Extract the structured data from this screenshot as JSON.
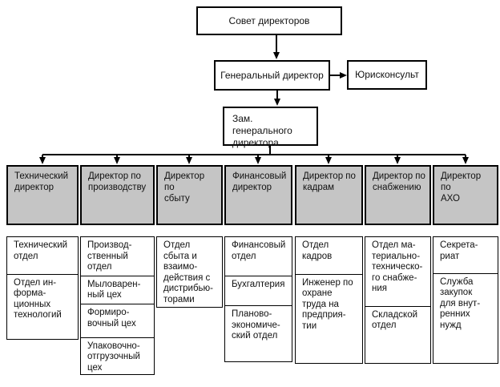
{
  "org": {
    "board": "Совет директоров",
    "general_director": "Генеральный директор",
    "legal_counsel": "Юрисконсульт",
    "deputy_general_director": "Зам. генерального\nдиректора",
    "directors": [
      "Технический\nдиректор",
      "Директор по\nпроизводству",
      "Директор\nпо\nсбыту",
      "Финансовый\nдиректор",
      "Директор по\nкадрам",
      "Директор по\nснабжению",
      "Директор\nпо\nАХО"
    ],
    "departments": [
      [
        "Технический\nотдел",
        "Отдел ин-\nформа-\nционных\nтехнологий"
      ],
      [
        "Производ-\nственный\nотдел",
        "Мыловарен-\nный цех",
        "Формиро-\nвочный цех",
        "Упаковочно-\nотгрузочный\nцех"
      ],
      [
        "Отдел\nсбыта и\nвзаимо-\nдействия с\nдистрибью-\nторами"
      ],
      [
        "Финансовый\nотдел",
        "Бухгалтерия",
        "Планово-\nэкономиче-\nский отдел"
      ],
      [
        "Отдел\nкадров",
        "Инженер по\nохране\nтруда на\nпредприя-\nтии"
      ],
      [
        "Отдел ма-\nтериально-\nтехническо-\nго снабже-\nния",
        "Складской\nотдел"
      ],
      [
        "Секрета-\nриат",
        "Служба\nзакупок\nдля внут-\nренних\nнужд"
      ]
    ],
    "colors": {
      "director_box_fill": "#c5c5c5",
      "line_color": "#000000"
    }
  }
}
